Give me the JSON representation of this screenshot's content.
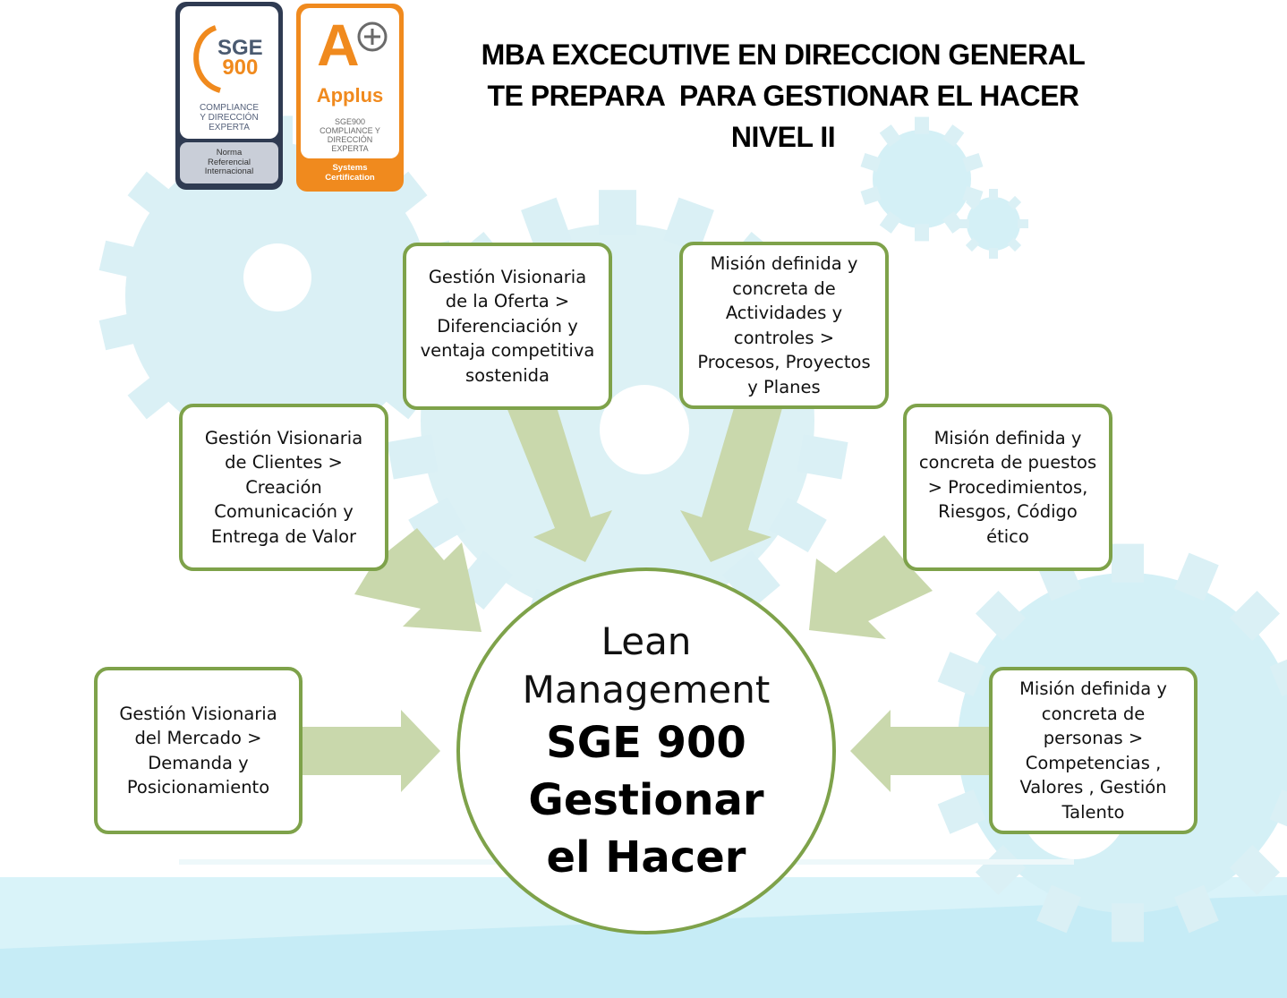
{
  "title": {
    "line1": "MBA EXCECUTIVE EN DIRECCION GENERAL",
    "line2": "TE PREPARA  PARA GESTIONAR EL HACER",
    "line3": "NIVEL II"
  },
  "logos": {
    "sge": {
      "mark1": "SGE",
      "mark2": "900",
      "text1": "COMPLIANCE\nY DIRECCIÓN\nEXPERTA",
      "text2": "Norma\nReferencial\nInternacional"
    },
    "applus": {
      "grade": "A",
      "brand": "Applus",
      "text1": "SGE900\nCOMPLIANCE Y\nDIRECCIÓN\nEXPERTA",
      "text2": "Systems\nCertification"
    }
  },
  "center": {
    "line1": "Lean\nManagement",
    "line2": "SGE 900\nGestionar\nel Hacer"
  },
  "boxes": {
    "mercado": "Gestión Visionaria\ndel Mercado >\nDemanda y\nPosicionamiento",
    "clientes": "Gestión Visionaria\nde Clientes  >\nCreación\nComunicación y\nEntrega de Valor",
    "oferta": "Gestión Visionaria\nde la Oferta >\nDiferenciación y\nventaja competitiva\nsostenida",
    "actividades": "Misión definida y\nconcreta de\nActividades y\ncontroles >\nProcesos, Proyectos\ny Planes",
    "puestos": "Misión definida y\nconcreta de puestos\n> Procedimientos,\nRiesgos,  Código\nético",
    "personas": "Misión definida y\nconcreta de\npersonas >\nCompetencias ,\nValores , Gestión\nTalento"
  },
  "colors": {
    "border": "#7ea24a",
    "arrow": "#c9d8ac",
    "background_gear": "#daf1f6",
    "logo_sge": "#2f3b52",
    "logo_applus": "#f08a1e"
  }
}
